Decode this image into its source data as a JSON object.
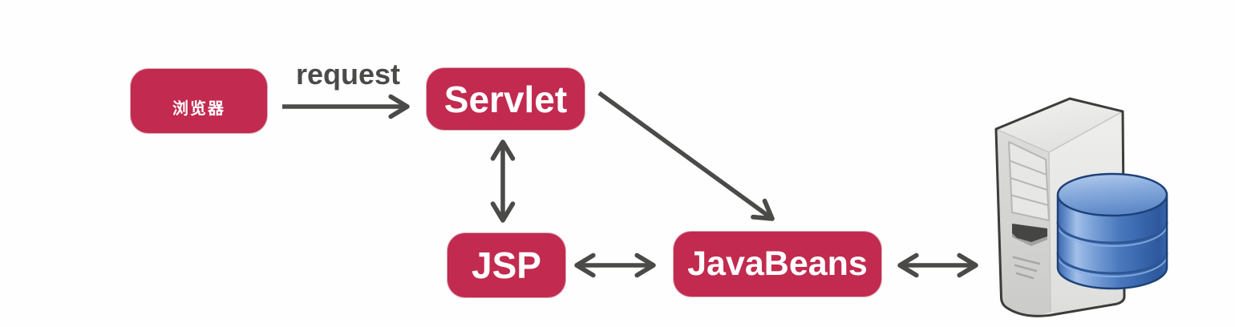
{
  "diagram": {
    "background_color": "#fdfefd",
    "node_fill_color": "#c22a4f",
    "node_text_color": "#ffffff",
    "arrow_color": "#4a4a48",
    "nodes": {
      "browser": {
        "label": "浏览器"
      },
      "servlet": {
        "label": "Servlet"
      },
      "jsp": {
        "label": "JSP"
      },
      "javabeans": {
        "label": "JavaBeans"
      },
      "database": {
        "icon": "server-database-icon",
        "tower_color": "#e3e3e1",
        "database_color": "#4a79be"
      }
    },
    "labels": {
      "request": "request"
    },
    "connections": [
      {
        "from": "browser",
        "to": "servlet",
        "label": "request",
        "direction": "one-way"
      },
      {
        "from": "servlet",
        "to": "jsp",
        "label": "",
        "direction": "two-way"
      },
      {
        "from": "servlet",
        "to": "javabeans",
        "label": "",
        "direction": "one-way"
      },
      {
        "from": "jsp",
        "to": "javabeans",
        "label": "",
        "direction": "two-way"
      },
      {
        "from": "javabeans",
        "to": "database",
        "label": "",
        "direction": "two-way"
      }
    ]
  }
}
